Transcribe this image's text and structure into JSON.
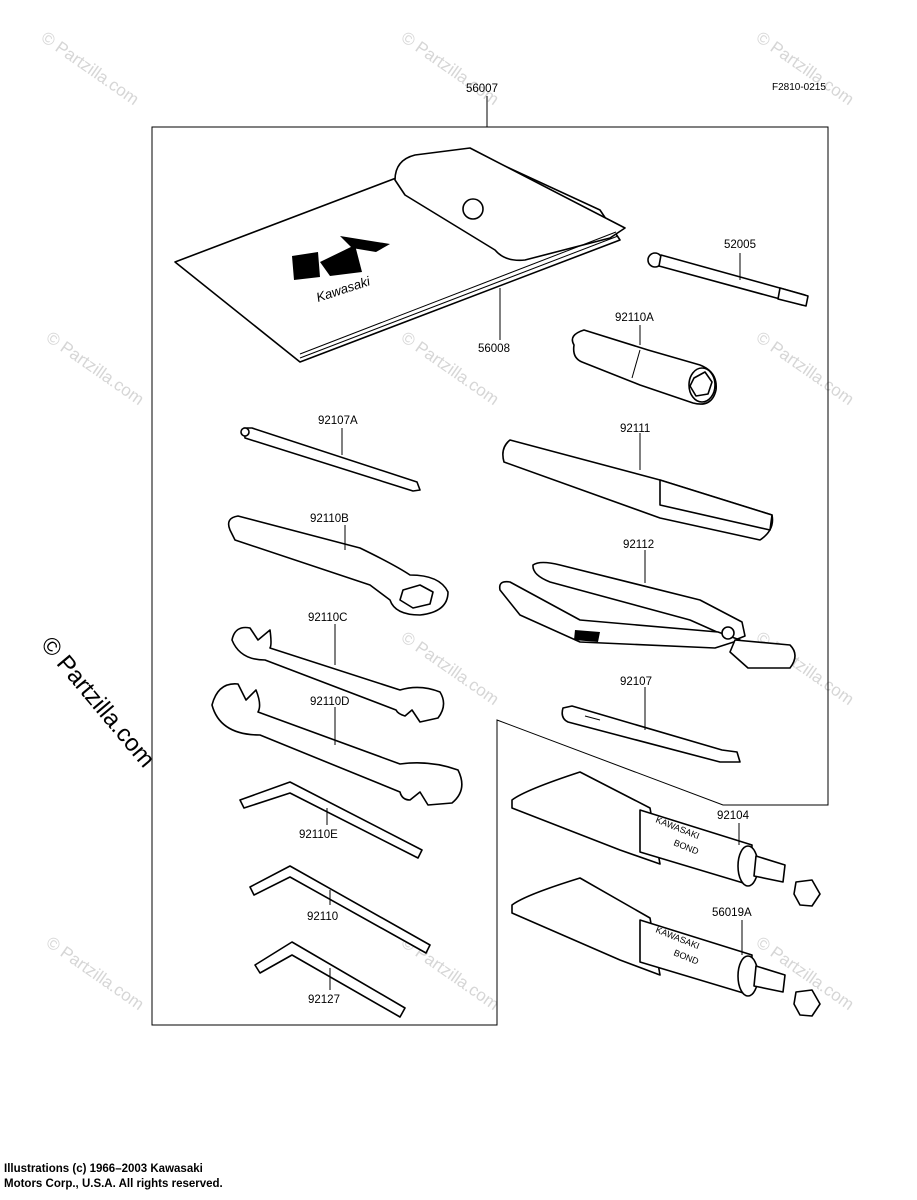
{
  "reference_code": "F2810-0215",
  "watermark_text": "© Partzilla.com",
  "brand_logo_text": "Kawasaki",
  "tube_label": [
    "KAWASAKI",
    "BOND"
  ],
  "parts": {
    "kit": "56007",
    "pouch": "56008",
    "plug_wrench_handle": "52005",
    "plug_wrench": "92110A",
    "screwdriver_grip": "92111",
    "screwdriver_shaft": "92107A",
    "box_wrench": "92110B",
    "pliers": "92112",
    "open_wrench_c": "92110C",
    "open_wrench_d": "92110D",
    "screwdriver": "92107",
    "bond_tube_1": "92104",
    "bond_tube_2": "56019A",
    "hex_key_e": "92110E",
    "hex_key": "92110",
    "hex_key_small": "92127"
  },
  "footer": {
    "line1": "Illustrations (c) 1966–2003 Kawasaki",
    "line2": "Motors Corp., U.S.A.  All rights reserved."
  }
}
